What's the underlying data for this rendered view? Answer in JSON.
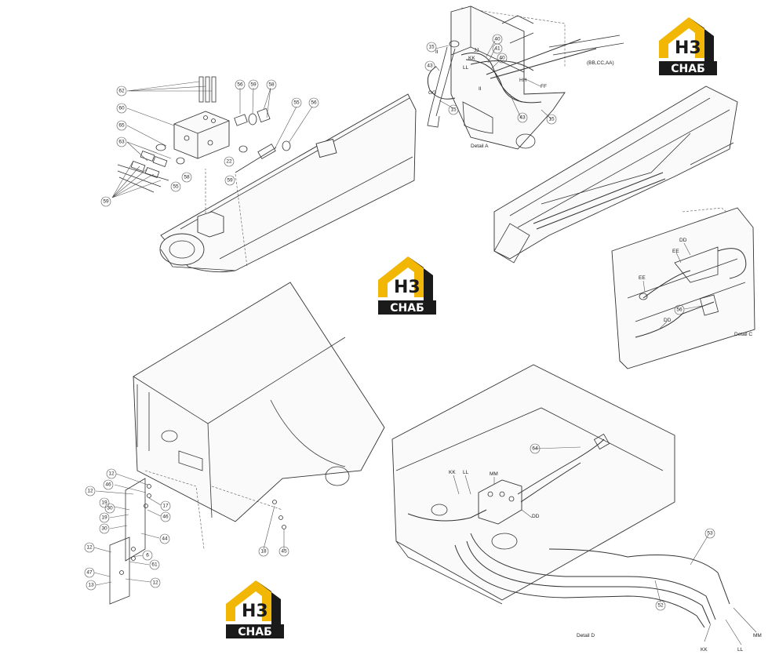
{
  "watermark": {
    "top_letters": "H3",
    "bottom_letters": "СНАБ",
    "color_accent": "#f2b705",
    "color_dark": "#1a1a1a"
  },
  "details": {
    "a": "Detail A",
    "c": "Detail C",
    "d": "Detail D"
  },
  "callouts": {
    "upper_left": [
      "62",
      "60",
      "65",
      "63",
      "59",
      "58",
      "56",
      "59",
      "55",
      "56",
      "22",
      "59",
      "55",
      "58"
    ],
    "detail_a": [
      "15",
      "II",
      "43",
      "40",
      "41",
      "40",
      "JJ",
      "KK",
      "LL",
      "HH",
      "II",
      "15",
      "43",
      "15",
      "GG",
      "FF",
      "(BB,CC,AA)"
    ],
    "detail_c": [
      "DD",
      "EE",
      "EE",
      "DD",
      "56"
    ],
    "lower_left": [
      "12",
      "46",
      "12",
      "30",
      "19",
      "19",
      "30",
      "17",
      "46",
      "44",
      "12",
      "6",
      "61",
      "47",
      "13",
      "12",
      "18",
      "45"
    ],
    "detail_d": [
      "64",
      "KK",
      "LL",
      "MM",
      "DD",
      "53",
      "52",
      "KK",
      "LL",
      "MM"
    ]
  }
}
